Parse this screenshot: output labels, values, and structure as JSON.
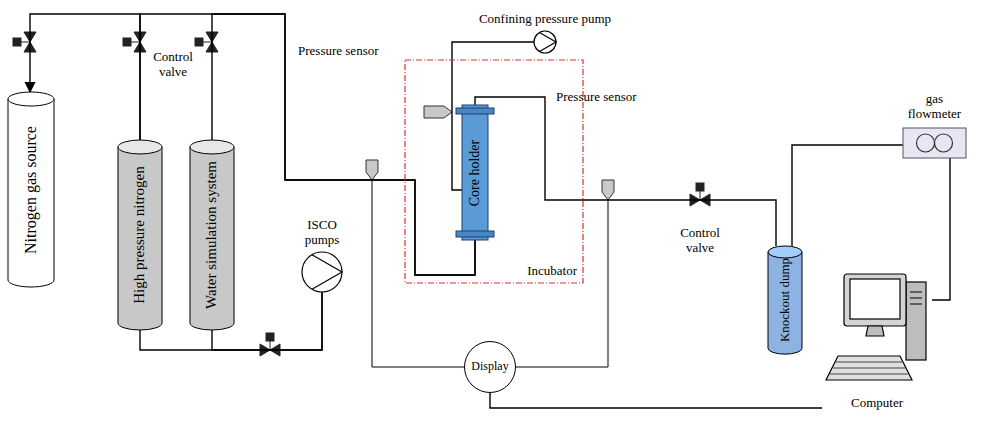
{
  "diagram": {
    "nodes": [
      {
        "text": [
          "Nitrogen gas source"
        ]
      },
      {
        "text": [
          "High pressure nitrogen"
        ]
      },
      {
        "text": [
          "Water simulation system"
        ]
      },
      {
        "text": [
          "ISCO pumps"
        ]
      },
      {
        "text": [
          "Incubator"
        ]
      },
      {
        "text": [
          "Core holder"
        ],
        "in": 4
      },
      {
        "text": [
          "Confining pressure pump"
        ]
      },
      {
        "text": [
          "Display"
        ]
      },
      {
        "text": [
          "Knockout dump"
        ]
      },
      {
        "text": [
          "gas flowmeter"
        ]
      },
      {
        "text": [
          "Computer"
        ]
      }
    ],
    "edges": [
      {
        "from": 1,
        "to": 0,
        "arrow": "to"
      },
      {
        "from": 1,
        "to": 5,
        "arrow": "none"
      },
      {
        "from": 2,
        "to": 5,
        "arrow": "none"
      },
      {
        "from": 1,
        "to": 3,
        "arrow": "none"
      },
      {
        "from": 2,
        "to": 3,
        "arrow": "none"
      },
      {
        "from": 6,
        "to": 5,
        "arrow": "none"
      },
      {
        "from": 5,
        "to": 8,
        "arrow": "none"
      },
      {
        "from": 8,
        "to": 9,
        "arrow": "none"
      },
      {
        "from": 9,
        "to": 10,
        "arrow": "none"
      },
      {
        "from": 7,
        "to": 10,
        "arrow": "none"
      }
    ],
    "labels": [
      "Control valve",
      "Pressure sensor",
      "Pressure sensor",
      "Control valve"
    ]
  }
}
